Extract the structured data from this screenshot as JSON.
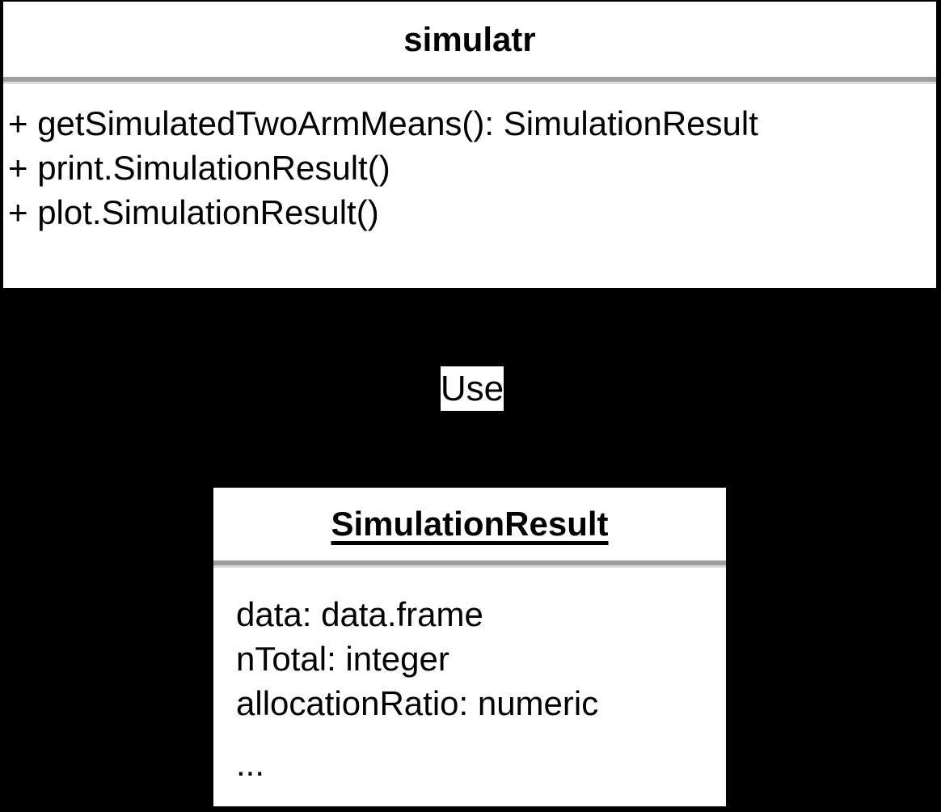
{
  "colors": {
    "background": "#000000",
    "class_fill": "#ffffff",
    "class_border": "#000000",
    "separator_gray": "#9e9e9e",
    "separator_shadow": "#dcdcdc",
    "text": "#000000"
  },
  "simulatr_class": {
    "title": "simulatr",
    "methods": [
      "+ getSimulatedTwoArmMeans(): SimulationResult",
      "+ print.SimulationResult()",
      "+ plot.SimulationResult()"
    ]
  },
  "relationship": {
    "label": "Use"
  },
  "simulation_result_class": {
    "title": "SimulationResult",
    "attributes": [
      "data: data.frame",
      "nTotal: integer",
      "allocationRatio: numeric",
      "..."
    ]
  }
}
